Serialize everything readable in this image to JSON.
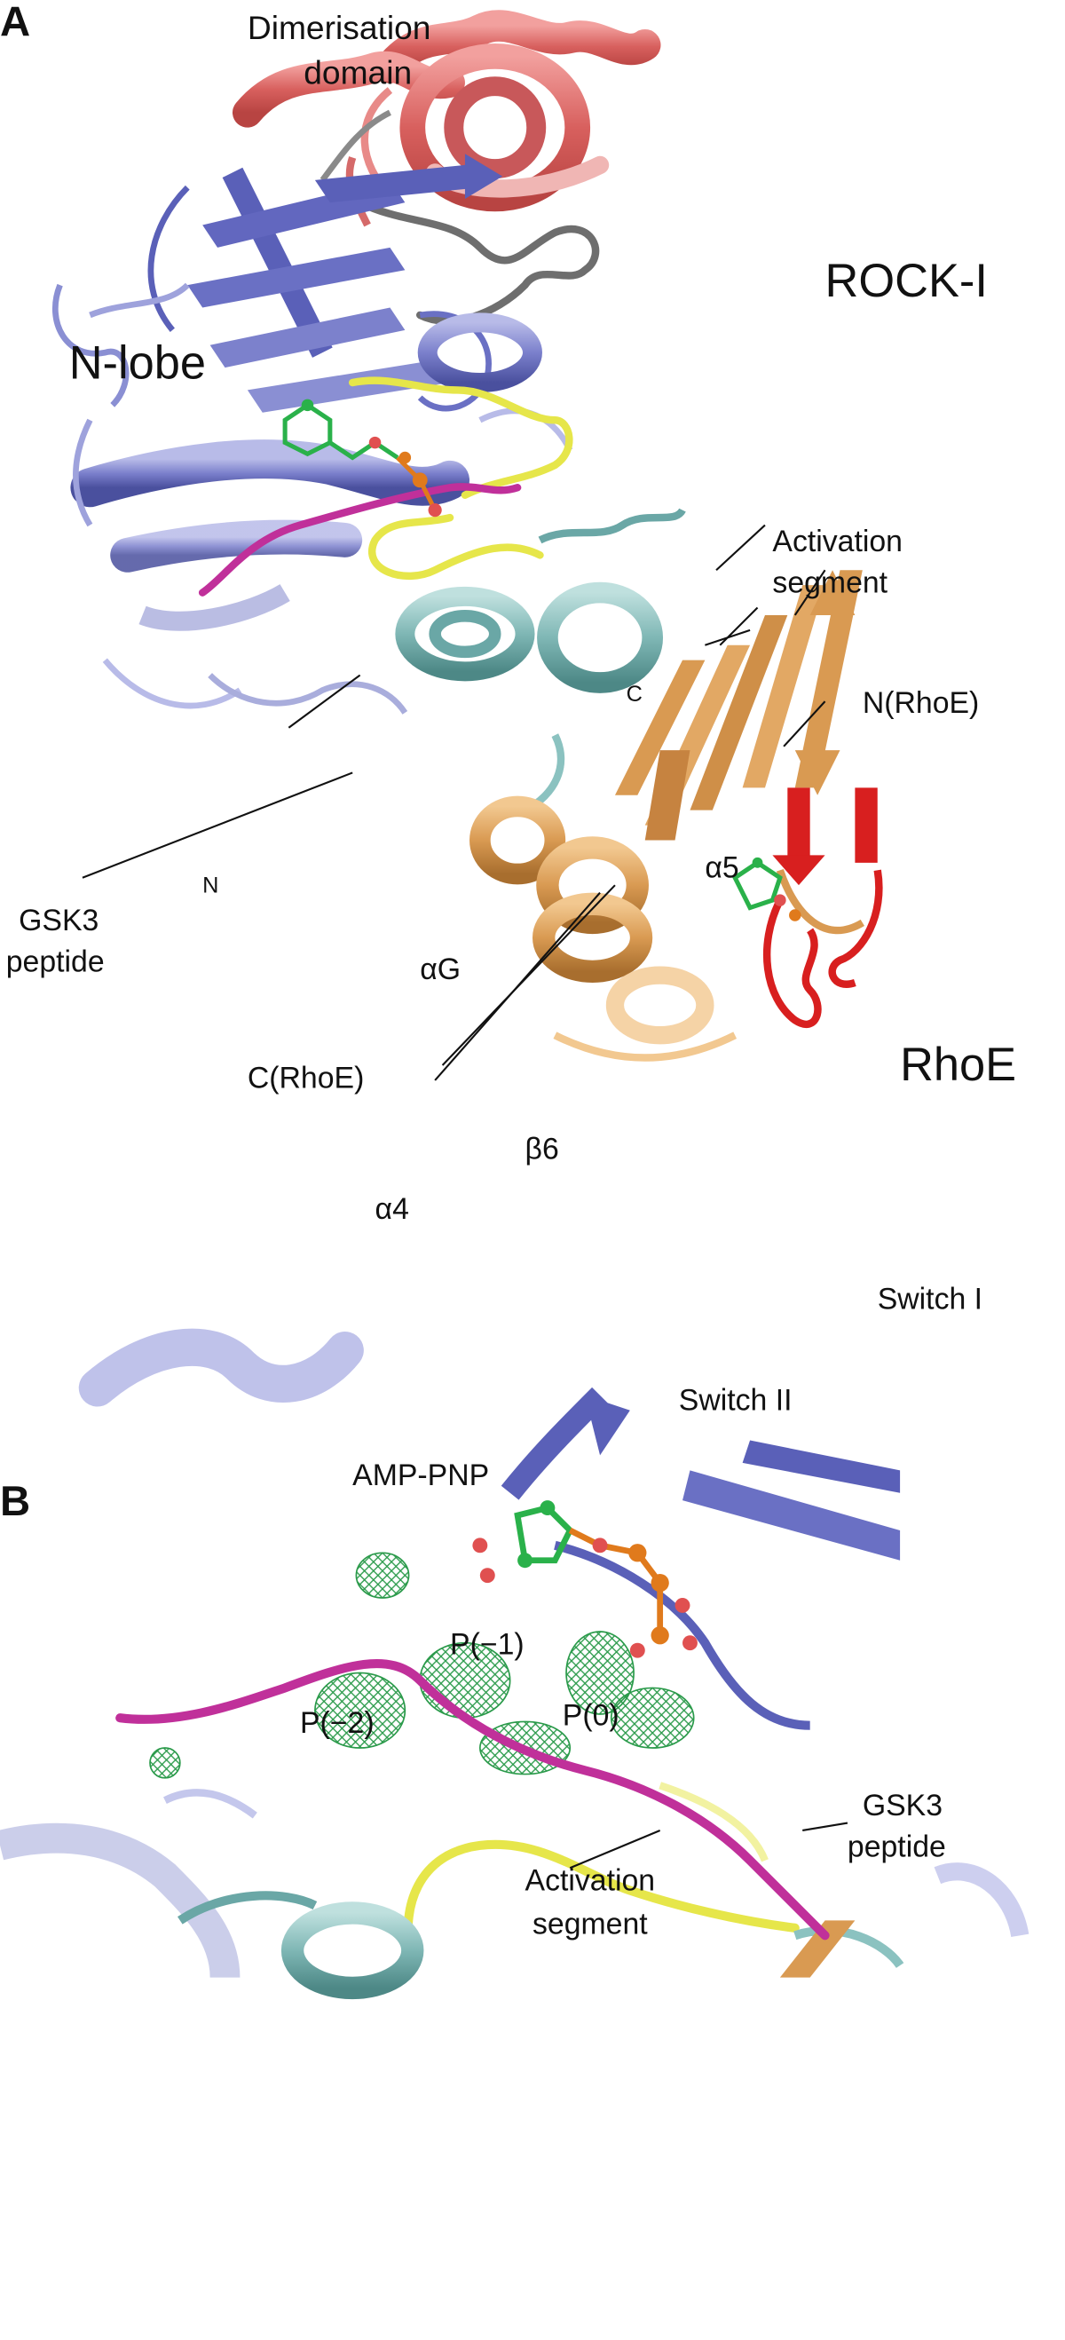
{
  "panels": [
    {
      "letter": "A"
    },
    {
      "letter": "B"
    }
  ],
  "panel_a": {
    "labels": {
      "dimerisation_line1": "Dimerisation",
      "dimerisation_line2": "domain",
      "rock": "ROCK-I",
      "nlobe": "N-lobe",
      "activation_line1": "Activation",
      "activation_line2": "segment",
      "nrhoe": "N(RhoE)",
      "c_term": "C",
      "n_term": "N",
      "gsk3_line1": "GSK3",
      "gsk3_line2": "peptide",
      "alphaG": "αG",
      "alpha5": "α5",
      "crhoe": "C(RhoE)",
      "rhoe": "RhoE",
      "beta6": "β6",
      "alpha4": "α4",
      "switch1": "Switch I",
      "switch2": "Switch II"
    }
  },
  "panel_b": {
    "labels": {
      "amppnp": "AMP-PNP",
      "pm1": "P(−1)",
      "pm2": "P(−2)",
      "p0": "P(0)",
      "gsk3_line1": "GSK3",
      "gsk3_line2": "peptide",
      "activation_line1": "Activation",
      "activation_line2": "segment"
    }
  },
  "colors": {
    "dimerisation": "#e07a78",
    "kinase_dark": "#5a60b8",
    "kinase_light": "#a9addc",
    "linker": "#7a7a7a",
    "activation_segment": "#e6e64a",
    "gsk3_peptide": "#c0309a",
    "alpha_g": "#6aa7a6",
    "rhoe": "#d99a52",
    "switch": "#d81f1f",
    "ligand_carbon": "#2ab14a",
    "ligand_oxygen": "#e05050",
    "ligand_phosphate": "#e07a1c",
    "density_mesh": "#2a9a4a"
  }
}
